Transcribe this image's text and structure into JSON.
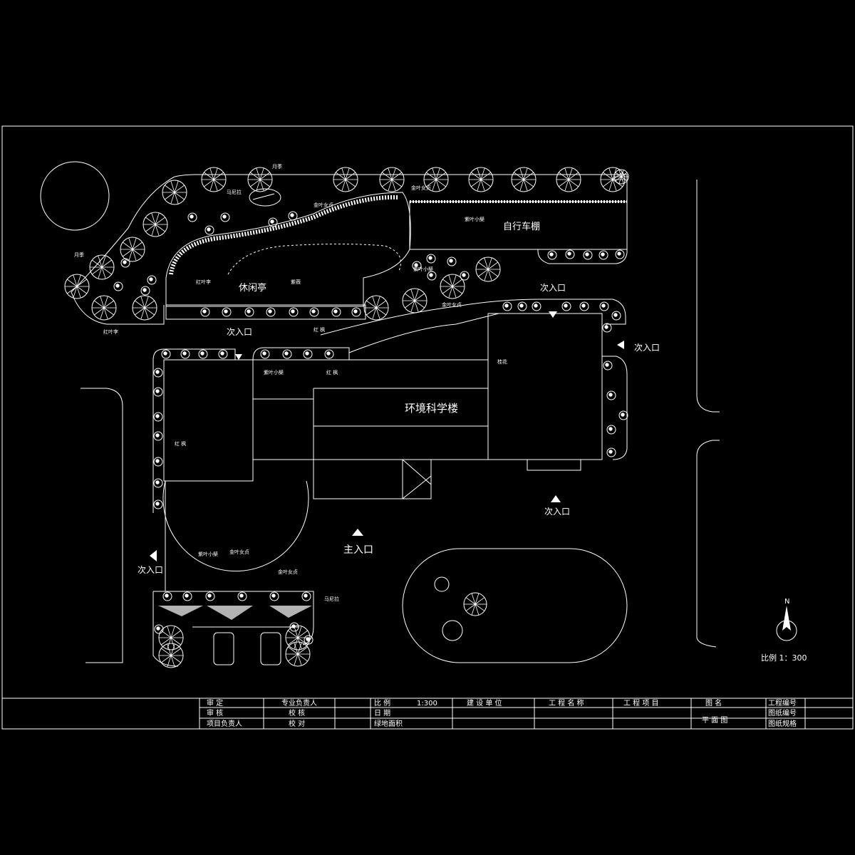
{
  "plan": {
    "building_name": "环境科学楼",
    "bike_shed": "自行车棚",
    "pavilion": "休闲亭",
    "main_entrance": "主入口",
    "secondary_entrance": "次入口",
    "north_label": "N",
    "scale_text": "比例    1：300"
  },
  "annotations": {
    "a1": "月季",
    "a2": "马尼拉",
    "a3": "金叶女贞",
    "a4": "金叶女贞",
    "a5": "紫叶小檗",
    "a6": "红叶李",
    "a7": "紫薇",
    "a8": "红 枫",
    "a9": "红 枫",
    "a10": "红 枫",
    "a11": "紫叶小檗",
    "a12": "金叶女贞",
    "a13": "金叶女贞",
    "a14": "马尼拉",
    "a15": "月季",
    "a16": "红叶李",
    "a17": "桂花",
    "a18": "金叶女贞",
    "a19": "紫叶小檗",
    "a20": "紫叶小檗"
  },
  "title_block": {
    "r1": [
      "审    定",
      "专业负责人",
      "比    例",
      "1:300",
      "建 设 单 位",
      "工 程 名 称",
      "工 程 项 目",
      "图    名",
      "工程编号"
    ],
    "r2": [
      "审    核",
      "校    核",
      "日    期",
      "图纸编号"
    ],
    "r3": [
      "项目负责人",
      "校    对",
      "绿地面积",
      "平    面    图",
      "图纸规格"
    ]
  }
}
